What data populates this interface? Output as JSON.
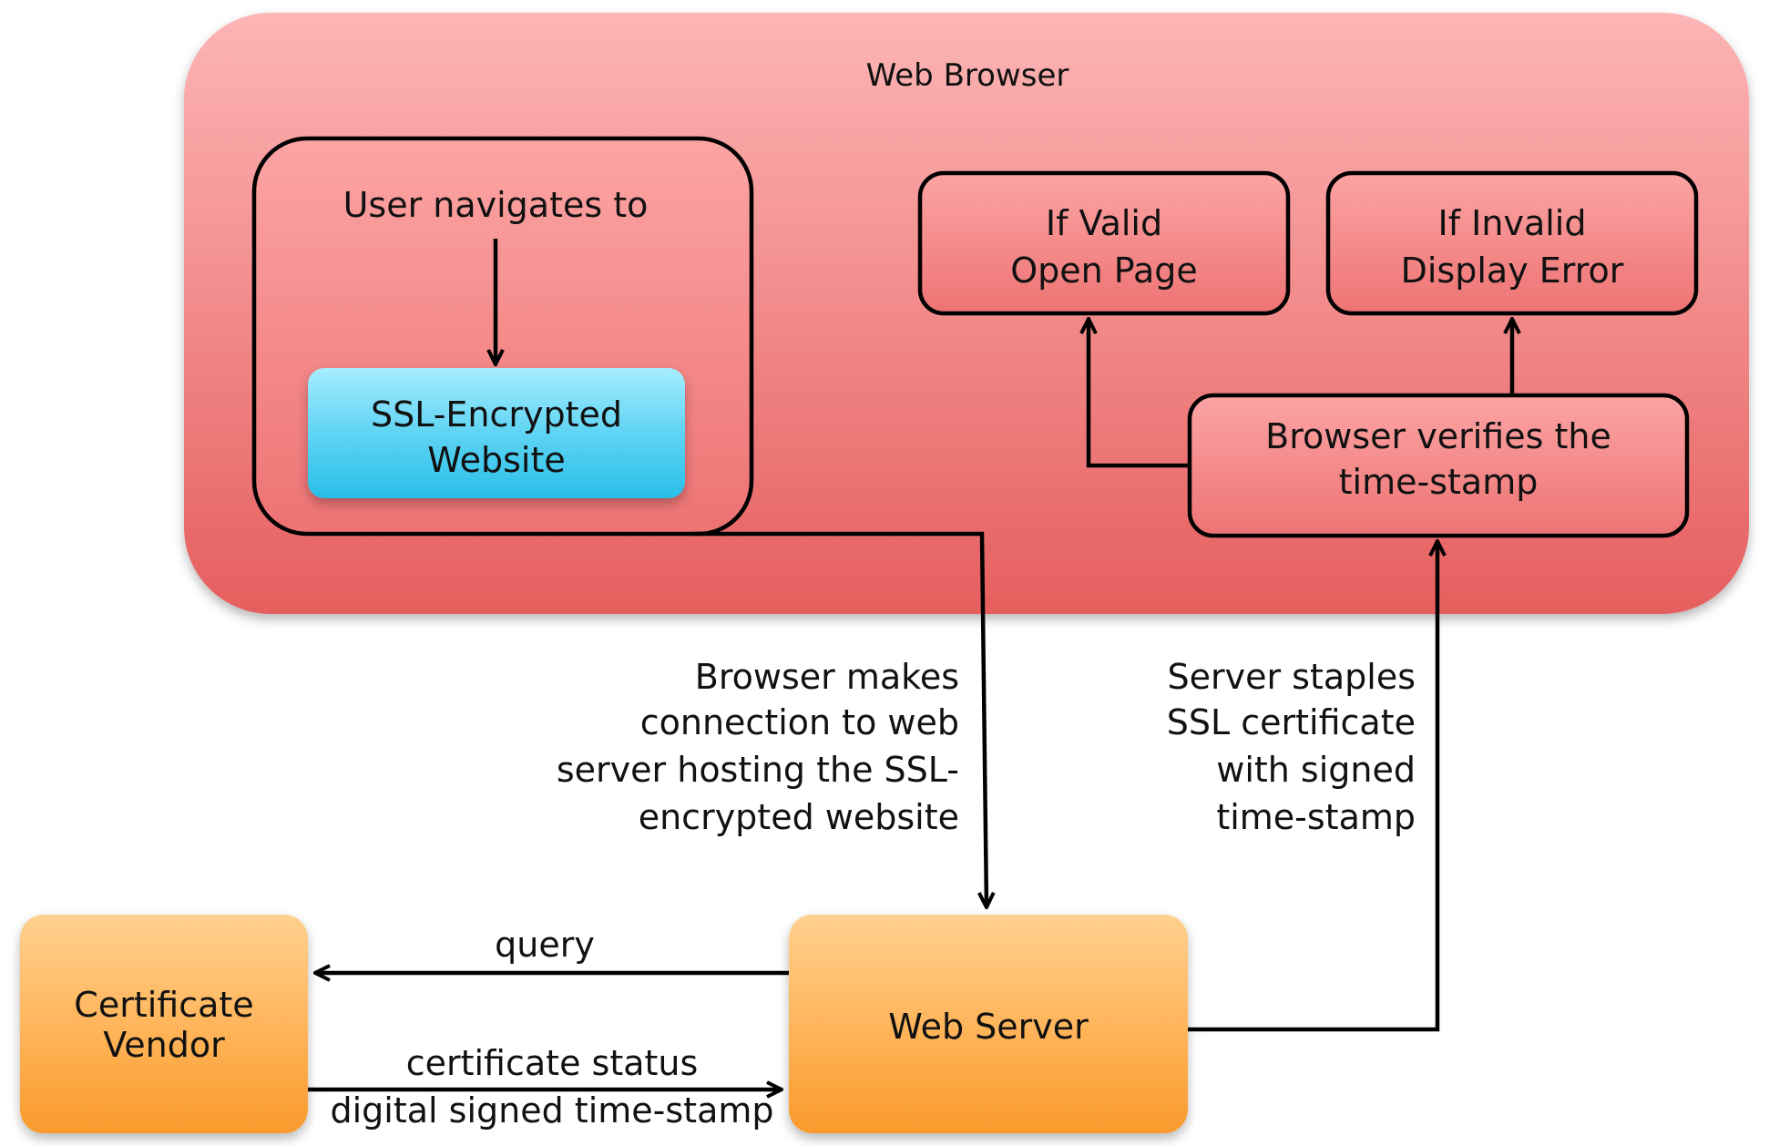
{
  "diagram": {
    "container": {
      "label": "Web Browser"
    },
    "nodes": {
      "navigate_group": {
        "label": "User navigates to"
      },
      "ssl_website": {
        "lines": [
          "SSL-Encrypted",
          "Website"
        ]
      },
      "if_valid": {
        "lines": [
          "If Valid",
          "Open Page"
        ]
      },
      "if_invalid": {
        "lines": [
          "If Invalid",
          "Display Error"
        ]
      },
      "verify": {
        "lines": [
          "Browser verifies the",
          "time-stamp"
        ]
      },
      "web_server": {
        "label": "Web Server"
      },
      "cert_vendor": {
        "lines": [
          "Certificate",
          "Vendor"
        ]
      }
    },
    "edges": {
      "browser_to_server": {
        "lines": [
          "Browser makes",
          "connection to web",
          "server hosting the SSL-",
          "encrypted website"
        ]
      },
      "server_to_browser": {
        "lines": [
          "Server staples",
          "SSL certificate",
          "with signed",
          "time-stamp"
        ]
      },
      "query": {
        "label": "query"
      },
      "status": {
        "lines": [
          "certificate status",
          "digital signed time-stamp"
        ]
      }
    }
  }
}
